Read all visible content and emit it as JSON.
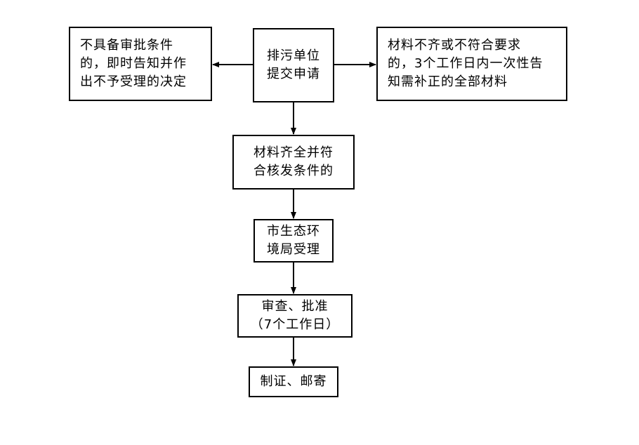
{
  "flowchart": {
    "nodes": {
      "submit": {
        "lines": [
          "排污单位",
          "提交申请"
        ]
      },
      "reject": {
        "lines": [
          "不具备审批条件",
          "的，即时告知并作",
          "出不予受理的决定"
        ]
      },
      "supplement": {
        "lines": [
          "材料不齐或不符合要求",
          "的，3个工作日内一次性告",
          "知需补正的全部材料"
        ]
      },
      "complete": {
        "lines": [
          "材料齐全并符",
          "合核发条件的"
        ]
      },
      "accept": {
        "lines": [
          "市生态环",
          "境局受理"
        ]
      },
      "review": {
        "lines": [
          "审查、批准",
          "（7个工作日）"
        ]
      },
      "issue": {
        "lines": [
          "制证、邮寄"
        ]
      }
    },
    "edges": [
      {
        "from": "submit",
        "to": "reject"
      },
      {
        "from": "submit",
        "to": "supplement"
      },
      {
        "from": "submit",
        "to": "complete"
      },
      {
        "from": "complete",
        "to": "accept"
      },
      {
        "from": "accept",
        "to": "review"
      },
      {
        "from": "review",
        "to": "issue"
      }
    ],
    "colors": {
      "stroke": "#000000",
      "background": "#ffffff",
      "text": "#000000"
    }
  }
}
